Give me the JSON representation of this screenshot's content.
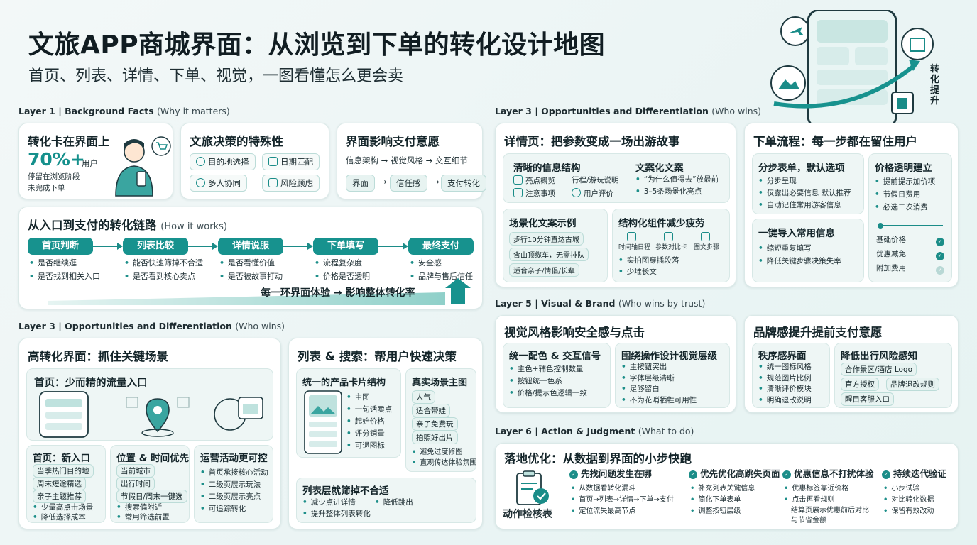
{
  "header": {
    "title": "文旅APP商城界面：从浏览到下单的转化设计地图",
    "subtitle": "首页、列表、详情、下单、视觉，一图看懂怎么更会卖",
    "hero_label": "转化提升"
  },
  "layer1": {
    "label": "Layer 1 | Background Facts",
    "label_note": "(Why it matters)",
    "card1": {
      "title": "转化卡在界面上",
      "pct": "70%+",
      "pct_suffix": "用户",
      "desc1": "停留在浏览阶段",
      "desc2": "未完成下单"
    },
    "card2": {
      "title": "文旅决策的特殊性",
      "tags": [
        "目的地选择",
        "日期匹配",
        "多人协同",
        "风险顾虑"
      ]
    },
    "card3": {
      "title": "界面影响支付意愿",
      "flow_text": "信息架构 → 视觉风格 → 交互细节",
      "chain": [
        "界面",
        "信任感",
        "支付转化"
      ],
      "arrow": "→"
    }
  },
  "chain": {
    "title": "从入口到支付的转化链路",
    "title_note": "(How it works)",
    "steps": [
      {
        "label": "首页判断",
        "bullets": [
          "是否继续逛",
          "是否找到相关入口"
        ]
      },
      {
        "label": "列表比较",
        "bullets": [
          "能否快速筛掉不合适",
          "是否看到核心卖点"
        ]
      },
      {
        "label": "详情说服",
        "bullets": [
          "是否看懂价值",
          "是否被故事打动"
        ]
      },
      {
        "label": "下单填写",
        "bullets": [
          "流程复杂度",
          "价格是否透明"
        ]
      },
      {
        "label": "最终支付",
        "bullets": [
          "安全感",
          "品牌与售后信任"
        ]
      }
    ],
    "footer": "每一环界面体验 → 影响整体转化率"
  },
  "layer3_left": {
    "label": "Layer 3 | Opportunities and Differentiation",
    "label_note": "(Who wins)",
    "card_a": {
      "title": "高转化界面：抓住关键场景",
      "banner_title": "首页：少而精的流量入口",
      "col1": {
        "title": "首页：新入口",
        "tags": [
          "当季热门目的地",
          "周末短途精选",
          "亲子主题推荐"
        ],
        "bullets": [
          "少量高点击场景",
          "降低选择成本"
        ]
      },
      "col2": {
        "title": "位置 & 时间优先",
        "tags": [
          "当前城市",
          "出行时间",
          "节假日/周末一键选"
        ],
        "bullets": [
          "搜索偏附近",
          "常用筛选前置"
        ]
      },
      "col3": {
        "title": "运营活动更可控",
        "bullets": [
          "首页承接核心活动",
          "二级页展示玩法",
          "二级页展示亮点",
          "可追踪转化"
        ]
      }
    },
    "card_b": {
      "title": "列表 & 搜索：帮用户快速决策",
      "col1": {
        "title": "统一的产品卡片结构",
        "bullets": [
          "主图",
          "一句话卖点",
          "起始价格",
          "评分销量",
          "可退图标"
        ]
      },
      "col2": {
        "title": "真实场景主图",
        "tags": [
          "人气",
          "适合带娃",
          "亲子免费玩",
          "拍照好出片"
        ],
        "bullets": [
          "避免过度修图",
          "直观传达体验氛围"
        ]
      },
      "sub": {
        "title": "列表层就筛掉不合适",
        "bullets": [
          "减少点进详情",
          "降低跳出",
          "提升整体列表转化"
        ]
      }
    }
  },
  "layer3_right": {
    "label": "Layer 3 | Opportunities and Differentiation",
    "label_note": "(Who wins)",
    "card_c": {
      "title": "详情页：把参数变成一场出游故事",
      "info": {
        "title": "清晰的信息结构",
        "items": [
          "亮点概览",
          "行程/游玩说明",
          "注意事项",
          "用户评价"
        ]
      },
      "copy": {
        "title": "文案化文案",
        "bullets": [
          "“为什么值得去”放最前",
          "3–5条场景化亮点"
        ]
      },
      "scene": {
        "title": "场景化文案示例",
        "tags": [
          "步行10分钟直达古城",
          "含山顶缆车，无需排队",
          "适合亲子/情侣/长辈"
        ]
      },
      "struct": {
        "title": "结构化组件减少疲劳",
        "icons": [
          "时间轴日程",
          "参数对比卡",
          "图文步骤"
        ],
        "bullets": [
          "实拍图穿插段落",
          "少堆长文"
        ]
      }
    },
    "card_d": {
      "title": "下单流程：每一步都在留住用户",
      "steps": {
        "title": "分步表单，默认选项",
        "bullets": [
          "分步呈现",
          "仅露出必要信息 默认推荐",
          "自动记住常用游客信息"
        ]
      },
      "price": {
        "title": "价格透明建立",
        "bullets": [
          "提前提示加价项",
          "节假日费用",
          "必选二次消费"
        ],
        "rows": [
          "基础价格",
          "优惠减免",
          "附加费用"
        ]
      },
      "import": {
        "title": "一键导入常用信息",
        "bullets": [
          "缩短重复填写",
          "降低关键步骤决策失率"
        ]
      }
    }
  },
  "layer5": {
    "label": "Layer 5 | Visual & Brand",
    "label_note": "(Who wins by trust)",
    "card_e": {
      "title": "视觉风格影响安全感与点击",
      "col1": {
        "title": "统一配色 & 交互信号",
        "bullets": [
          "主色+辅色控制数量",
          "按钮统一色系",
          "价格/提示色逻辑一致"
        ]
      },
      "col2": {
        "title": "围绕操作设计视觉层级",
        "bullets": [
          "主按钮突出",
          "字体层级清晰",
          "足够留白",
          "不为花哨牺牲可用性"
        ]
      }
    },
    "card_f": {
      "title": "品牌感提升提前支付意愿",
      "col1": {
        "title": "秩序感界面",
        "bullets": [
          "统一图标风格",
          "规范图片比例",
          "清晰评价模块",
          "明确退改说明"
        ]
      },
      "col2": {
        "title": "降低出行风险感知",
        "tags": [
          "合作景区/酒店 Logo",
          "官方授权",
          "品牌退改规则",
          "醒目客服入口"
        ]
      }
    }
  },
  "layer6": {
    "label": "Layer 6 | Action & Judgment",
    "label_note": "(What to do)",
    "card_g": {
      "title": "落地优化：从数据到界面的小步快跑",
      "checklist_label": "动作检核表",
      "cols": [
        {
          "title": "先找问题发生在哪",
          "bullets": [
            "从数据看转化漏斗",
            "首页→列表→详情→下单→支付",
            "定位流失最高节点"
          ]
        },
        {
          "title": "优先优化高跳失页面",
          "bullets": [
            "补充列表关键信息",
            "简化下单表单",
            "调整按钮层级"
          ]
        },
        {
          "title": "优惠信息不打扰体验",
          "bullets": [
            "优惠标签靠近价格",
            "点击再看规则",
            "结算页展示优惠前后对比与节省金额"
          ]
        },
        {
          "title": "持续迭代验证",
          "bullets": [
            "小步试验",
            "对比转化数据",
            "保留有效改动"
          ]
        }
      ]
    }
  },
  "colors": {
    "accent": "#17928e",
    "background": "#eef6f5",
    "text": "#14252a"
  }
}
